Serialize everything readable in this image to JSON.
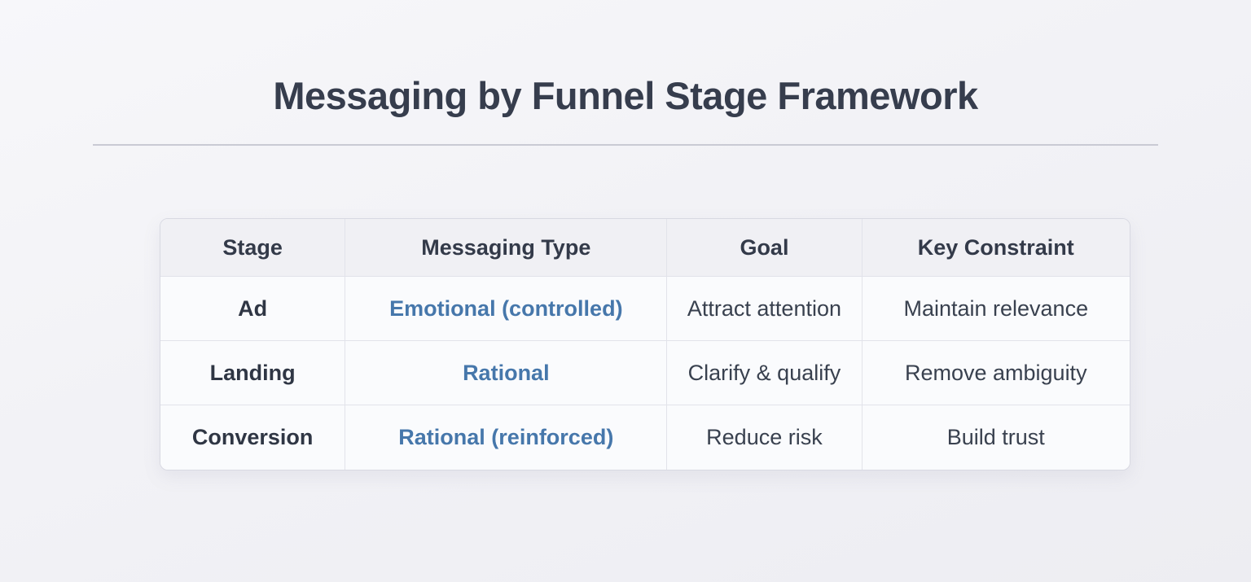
{
  "page": {
    "title": "Messaging by Funnel Stage Framework"
  },
  "colors": {
    "title_text": "#363d4d",
    "header_text": "#333a49",
    "body_text": "#39414f",
    "stage_text": "#2f3644",
    "accent_blue": "#4677ab",
    "header_bg": "#f0f0f4",
    "row_bg": "#fafbfd",
    "table_outer_border": "#d8d9e2",
    "table_inner_border": "#e2e3ea",
    "divider": "#c9cad4"
  },
  "table": {
    "columns": [
      "Stage",
      "Messaging Type",
      "Goal",
      "Key Constraint"
    ],
    "rows": [
      {
        "stage": "Ad",
        "messaging_type": "Emotional (controlled)",
        "goal": "Attract attention",
        "key_constraint": "Maintain relevance"
      },
      {
        "stage": "Landing",
        "messaging_type": "Rational",
        "goal": "Clarify & qualify",
        "key_constraint": "Remove ambiguity"
      },
      {
        "stage": "Conversion",
        "messaging_type": "Rational (reinforced)",
        "goal": "Reduce risk",
        "key_constraint": "Build trust"
      }
    ]
  },
  "chart_data": {
    "type": "table",
    "title": "Messaging by Funnel Stage Framework",
    "columns": [
      "Stage",
      "Messaging Type",
      "Goal",
      "Key Constraint"
    ],
    "rows": [
      [
        "Ad",
        "Emotional (controlled)",
        "Attract attention",
        "Maintain relevance"
      ],
      [
        "Landing",
        "Rational",
        "Clarify & qualify",
        "Remove ambiguity"
      ],
      [
        "Conversion",
        "Rational (reinforced)",
        "Reduce risk",
        "Build trust"
      ]
    ]
  }
}
